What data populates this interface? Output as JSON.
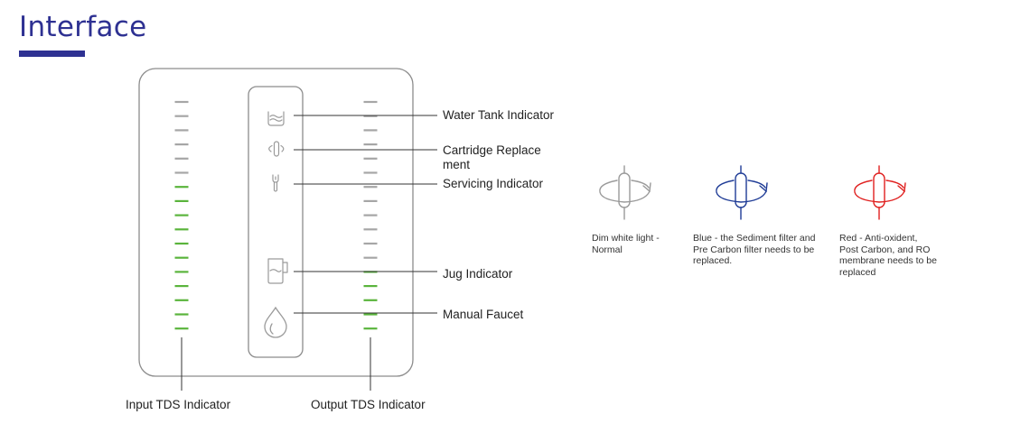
{
  "header": {
    "title": "Interface",
    "accent_color": "#2e3192"
  },
  "panel": {
    "input_scale": {
      "label": "Input TDS Indicator",
      "segment_colors": [
        "gray",
        "gray",
        "gray",
        "gray",
        "gray",
        "gray",
        "green",
        "green",
        "green",
        "green",
        "green",
        "green",
        "green",
        "green",
        "green",
        "green",
        "green"
      ]
    },
    "output_scale": {
      "label": "Output TDS Indicator",
      "segment_colors": [
        "gray",
        "gray",
        "gray",
        "gray",
        "gray",
        "gray",
        "gray",
        "gray",
        "gray",
        "gray",
        "gray",
        "gray",
        "green",
        "green",
        "green",
        "green",
        "green"
      ]
    },
    "indicators": [
      {
        "icon": "water-tank-icon",
        "label": "Water Tank Indicator"
      },
      {
        "icon": "cartridge-replacement-icon",
        "label_line1": "Cartridge Replace",
        "label_line2": "ment"
      },
      {
        "icon": "wrench-icon",
        "label": "Servicing Indicator"
      },
      {
        "icon": "jug-icon",
        "label": "Jug Indicator"
      },
      {
        "icon": "water-drop-icon",
        "label": "Manual Faucet"
      }
    ],
    "colors": {
      "gray": "#a6a6a6",
      "green": "#5ab43c"
    }
  },
  "legend": [
    {
      "icon": "cartridge-dim-white-icon",
      "color": "#9a9a9a",
      "caption_lines": [
        "Dim white light -",
        "Normal"
      ]
    },
    {
      "icon": "cartridge-blue-icon",
      "color": "#1f3c96",
      "caption_lines": [
        "Blue - the Sediment filter and",
        "Pre Carbon filter needs to be",
        "replaced."
      ]
    },
    {
      "icon": "cartridge-red-icon",
      "color": "#e0201f",
      "caption_lines": [
        "Red - Anti-oxident,",
        "Post Carbon,  and RO",
        "membrane needs to be",
        "replaced"
      ]
    }
  ]
}
